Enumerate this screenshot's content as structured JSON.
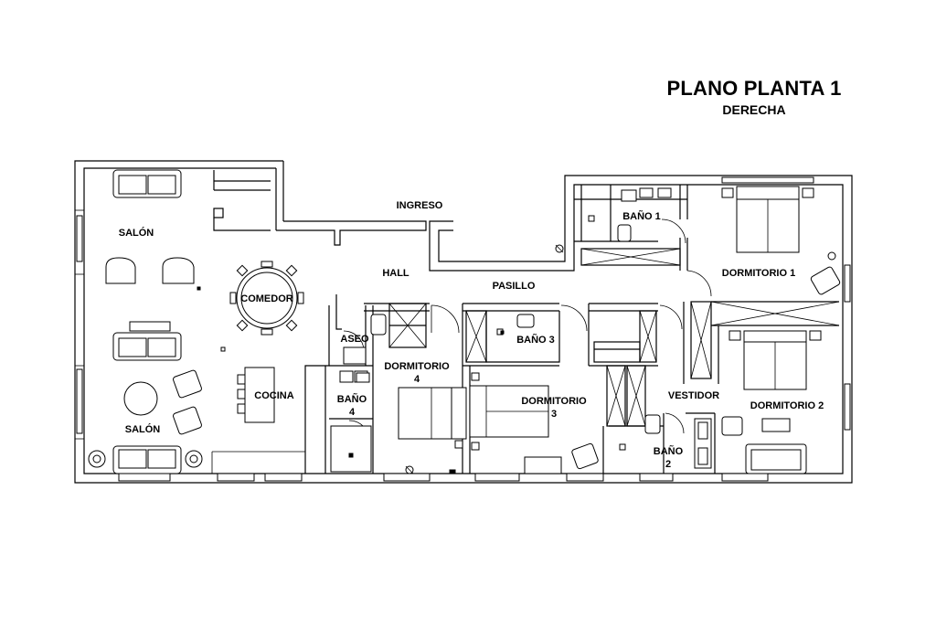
{
  "title": {
    "main": "PLANO PLANTA 1",
    "sub": "DERECHA"
  },
  "rooms": {
    "salon_top": "SALÓN",
    "salon_bottom": "SALÓN",
    "comedor": "COMEDOR",
    "cocina": "COCINA",
    "ingreso": "INGRESO",
    "hall": "HALL",
    "pasillo": "PASILLO",
    "aseo": "ASEO",
    "bano4_a": "BAÑO",
    "bano4_b": "4",
    "dormitorio4_a": "DORMITORIO",
    "dormitorio4_b": "4",
    "bano3": "BAÑO 3",
    "dormitorio3_a": "DORMITORIO",
    "dormitorio3_b": "3",
    "bano1": "BAÑO 1",
    "dormitorio1": "DORMITORIO 1",
    "vestidor": "VESTIDOR",
    "bano2_a": "BAÑO",
    "bano2_b": "2",
    "dormitorio2": "DORMITORIO 2"
  }
}
